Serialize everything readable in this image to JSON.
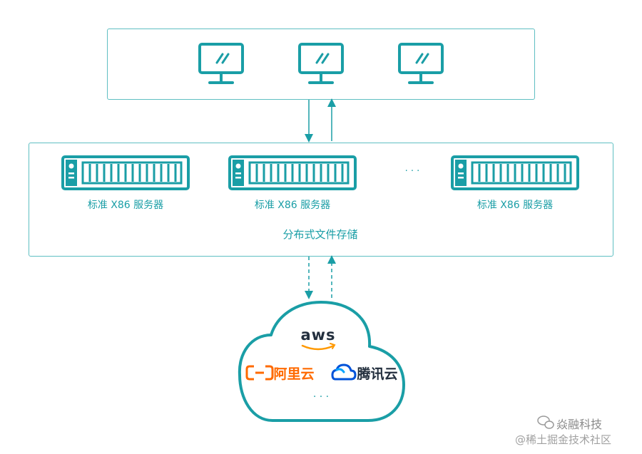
{
  "servers": [
    {
      "label": "标准 X86 服务器"
    },
    {
      "label": "标准 X86 服务器"
    },
    {
      "label": "标准 X86 服务器"
    }
  ],
  "server_ellipsis": "· · ·",
  "storage_label": "分布式文件存储",
  "cloud": {
    "aws": "aws",
    "aliyun": "阿里云",
    "tencent": "腾讯云",
    "ellipsis": "· · ·"
  },
  "watermark": {
    "brand": "焱融科技",
    "community": "@稀土掘金技术社区"
  },
  "colors": {
    "teal": "#1a9ea6",
    "border": "#5fbfc2",
    "aliyun_orange": "#ff6a00",
    "aws_dark": "#232f3e",
    "aws_orange": "#ff9900",
    "tencent_blue": "#0052d9"
  }
}
